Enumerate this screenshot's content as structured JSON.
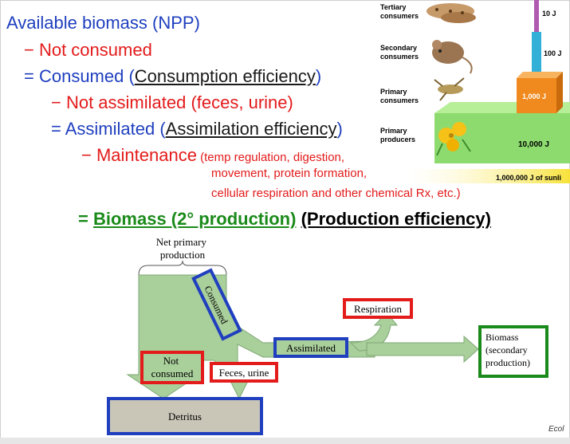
{
  "outline": {
    "line1": "Available biomass (NPP)",
    "line2": "− Not consumed",
    "line3_pre": "= Consumed (",
    "line3_u": "Consumption efficiency",
    "line3_post": ")",
    "line4": "− Not assimilated (feces, urine)",
    "line5_pre": "= Assimilated (",
    "line5_u": "Assimilation efficiency",
    "line5_post": ")",
    "line6_main": "− Maintenance",
    "line6_small": " (temp regulation, digestion,",
    "line7": "movement, protein formation,",
    "line8": "cellular respiration and other chemical Rx, etc.)",
    "line9_pre": "= ",
    "line9_green": "Biomass (2° production)",
    "line9_black": "(Production efficiency)"
  },
  "pyramid": {
    "levels": [
      {
        "name": "Tertiary\nconsumers",
        "energy": "10 J"
      },
      {
        "name": "Secondary\nconsumers",
        "energy": "100 J"
      },
      {
        "name": "Primary\nconsumers",
        "energy": "1,000 J"
      },
      {
        "name": "Primary\nproducers",
        "energy": "10,000 J"
      }
    ],
    "sunlight": "1,000,000 J of sunli"
  },
  "flow": {
    "npp": "Net primary\nproduction",
    "consumed": "Consumed",
    "not_consumed": "Not\nconsumed",
    "feces": "Feces, urine",
    "assimilated": "Assimilated",
    "respiration": "Respiration",
    "biomass": "Biomass\n(secondary\nproduction)",
    "detritus": "Detritus"
  },
  "footer": {
    "credit": "Ecol"
  },
  "colors": {
    "blue": "#1f3fbf",
    "red": "#e31b1b",
    "green": "#1a8a1a",
    "flow": "#a9cf9b",
    "flow_stroke": "#7fa876",
    "detritus": "#c9c6b8"
  }
}
